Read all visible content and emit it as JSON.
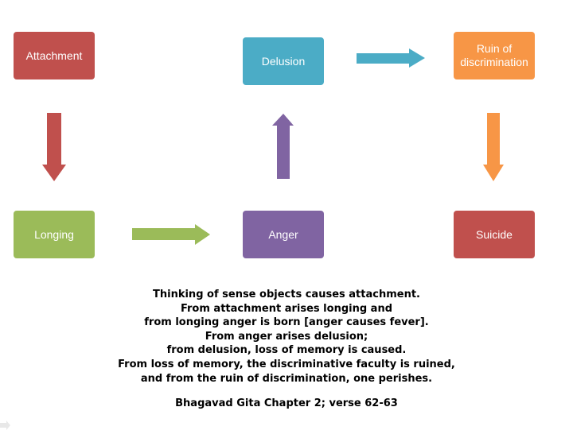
{
  "colors": {
    "attachment": "#C0504D",
    "delusion": "#4BACC6",
    "ruin": "#F79646",
    "longing": "#9BBB59",
    "anger": "#8064A2",
    "suicide": "#C0504D"
  },
  "nodes": {
    "attachment": "Attachment",
    "delusion": "Delusion",
    "ruin": "Ruin of discrimination",
    "longing": "Longing",
    "anger": "Anger",
    "suicide": "Suicide"
  },
  "edges": [
    {
      "from": "attachment",
      "to": "longing"
    },
    {
      "from": "longing",
      "to": "anger"
    },
    {
      "from": "anger",
      "to": "delusion"
    },
    {
      "from": "delusion",
      "to": "ruin"
    },
    {
      "from": "ruin",
      "to": "suicide"
    }
  ],
  "caption_lines": [
    "Thinking of sense objects causes attachment.",
    "From attachment arises longing and",
    "from longing anger is born [anger causes fever].",
    "From anger arises delusion;",
    "from delusion, loss of memory is caused.",
    "From loss of memory, the discriminative faculty is ruined,",
    "and from the ruin of discrimination, one perishes."
  ],
  "citation": "Bhagavad Gita Chapter 2; verse 62-63"
}
